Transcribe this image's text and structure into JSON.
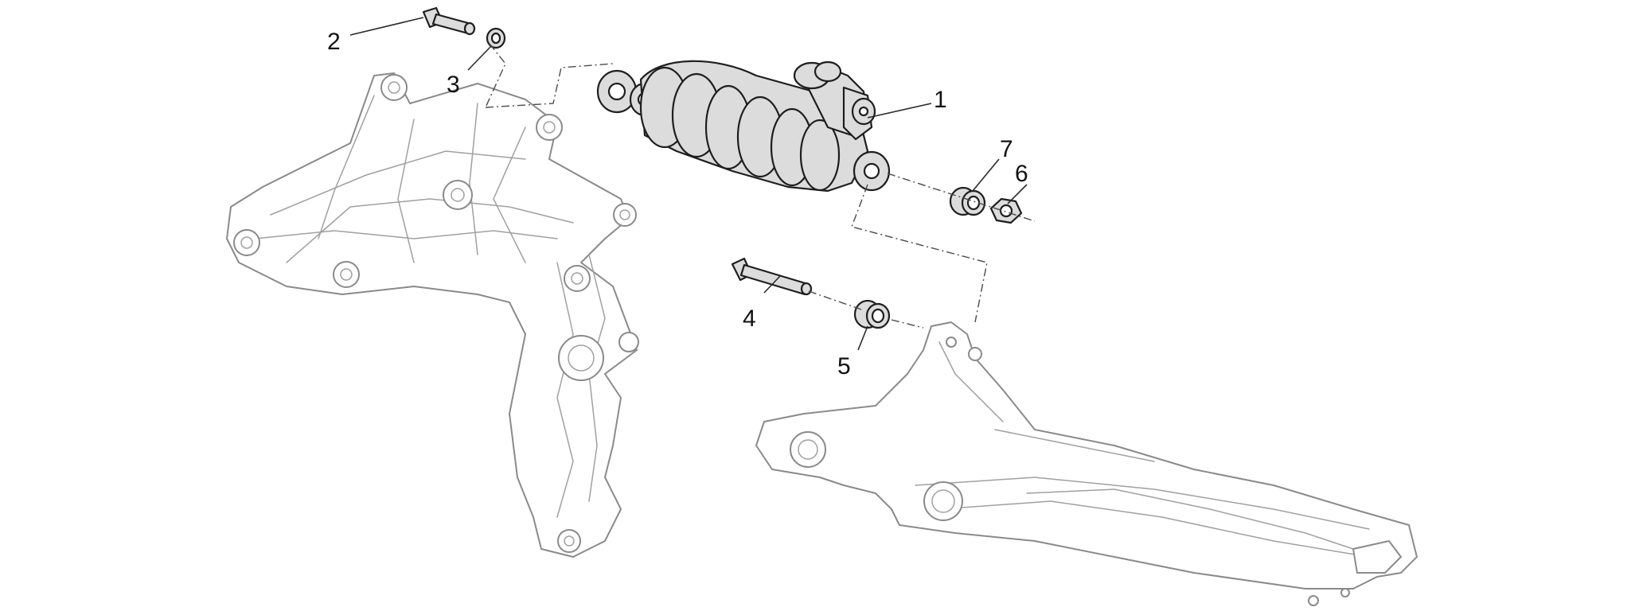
{
  "callouts": [
    {
      "number": "1",
      "part": "rear-shock-absorber"
    },
    {
      "number": "2",
      "part": "upper-mount-bolt"
    },
    {
      "number": "3",
      "part": "upper-washer"
    },
    {
      "number": "4",
      "part": "lower-mount-bolt"
    },
    {
      "number": "5",
      "part": "lower-bushing"
    },
    {
      "number": "6",
      "part": "lower-nut"
    },
    {
      "number": "7",
      "part": "bushing"
    }
  ],
  "colors": {
    "background": "#ffffff",
    "frame_outline": "#8a8a8a",
    "part_outline": "#1e1e1e",
    "callout_text": "#111111"
  }
}
